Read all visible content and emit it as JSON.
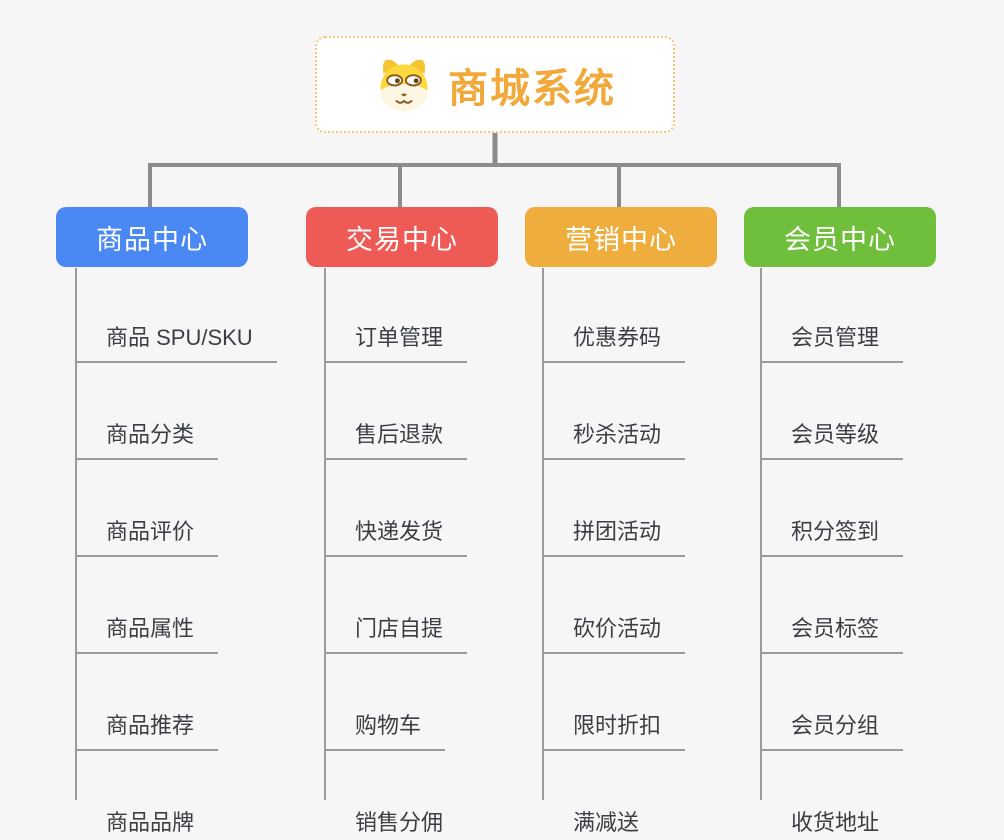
{
  "root": {
    "title": "商城系统",
    "icon": "dog-face-icon",
    "title_color": "#f2a93b",
    "border_color": "#f3c57d"
  },
  "branches": [
    {
      "label": "商品中心",
      "color": "#4a89f3",
      "items": [
        "商品 SPU/SKU",
        "商品分类",
        "商品评价",
        "商品属性",
        "商品推荐",
        "商品品牌"
      ]
    },
    {
      "label": "交易中心",
      "color": "#ee5a55",
      "items": [
        "订单管理",
        "售后退款",
        "快递发货",
        "门店自提",
        "购物车",
        "销售分佣"
      ]
    },
    {
      "label": "营销中心",
      "color": "#efad3d",
      "items": [
        "优惠券码",
        "秒杀活动",
        "拼团活动",
        "砍价活动",
        "限时折扣",
        "满减送"
      ]
    },
    {
      "label": "会员中心",
      "color": "#6fbe3c",
      "items": [
        "会员管理",
        "会员等级",
        "积分签到",
        "会员标签",
        "会员分组",
        "收货地址"
      ]
    }
  ],
  "colors": {
    "background": "#f6f6f6",
    "connector": "#8c8c8c",
    "item_text": "#3b3f45",
    "item_underline": "#9b9b9b"
  }
}
